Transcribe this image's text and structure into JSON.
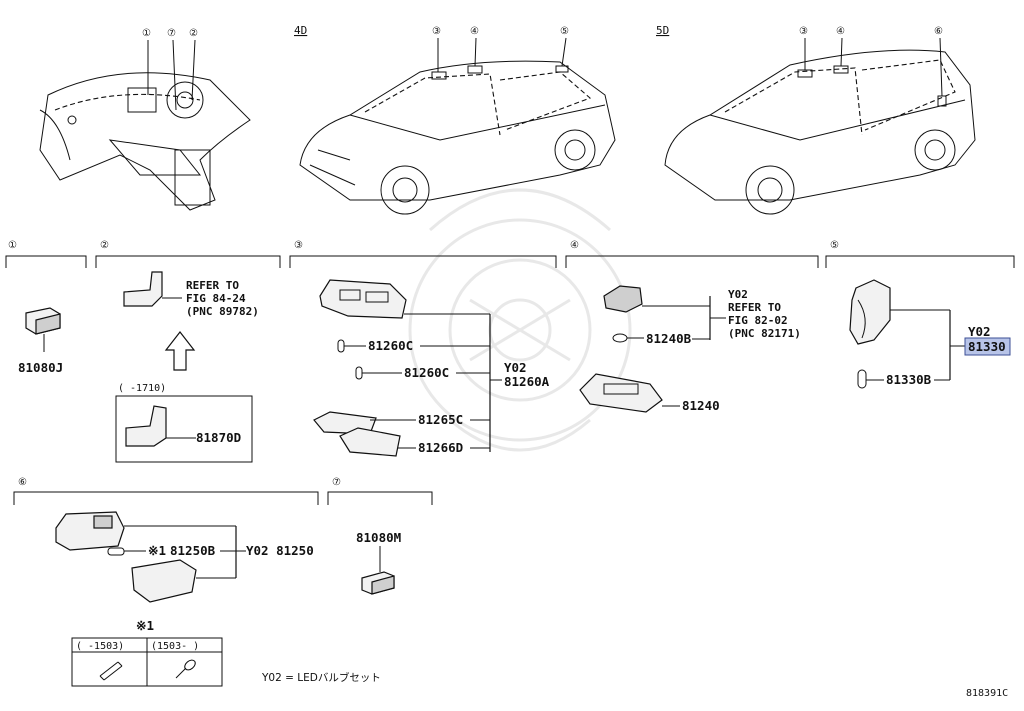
{
  "views": {
    "sedan_label": "4D",
    "wagon_label": "5D",
    "dash_callouts": [
      "①",
      "⑦",
      "②"
    ],
    "sedan_callouts": [
      "③",
      "④",
      "⑤"
    ],
    "wagon_callouts": [
      "③",
      "④",
      "⑥"
    ]
  },
  "sections": [
    {
      "marker": "①"
    },
    {
      "marker": "②"
    },
    {
      "marker": "③"
    },
    {
      "marker": "④"
    },
    {
      "marker": "⑤"
    },
    {
      "marker": "⑥"
    },
    {
      "marker": "⑦"
    }
  ],
  "parts": {
    "p81080J": "81080J",
    "p81870D": "81870D",
    "p81260C_1": "81260C",
    "p81260C_2": "81260C",
    "p81260A": "81260A",
    "p81260A_code": "Y02",
    "p81265C": "81265C",
    "p81266D": "81266D",
    "p81240B": "81240B",
    "p81240": "81240",
    "p81330": "81330",
    "p81330_code": "Y02",
    "p81330B": "81330B",
    "p81250B": "81250B",
    "p81250B_note": "※1",
    "p81250": "Y02 81250",
    "p81080M": "81080M"
  },
  "refs": {
    "sec2": {
      "line1": "REFER TO",
      "line2": "FIG 84-24",
      "line3": "(PNC 89782)"
    },
    "sec4": {
      "code": "Y02",
      "line1": "REFER TO",
      "line2": "FIG 82-02",
      "line3": "(PNC 82171)"
    }
  },
  "date_box": {
    "label": "(     -1710)"
  },
  "note_table": {
    "title": "※1",
    "col1": "(     -1503)",
    "col2": "(1503-     )"
  },
  "legend": "Y02 = LEDバルブセット",
  "figure_id": "818391C",
  "colors": {
    "highlight": "#b8c4e8"
  }
}
